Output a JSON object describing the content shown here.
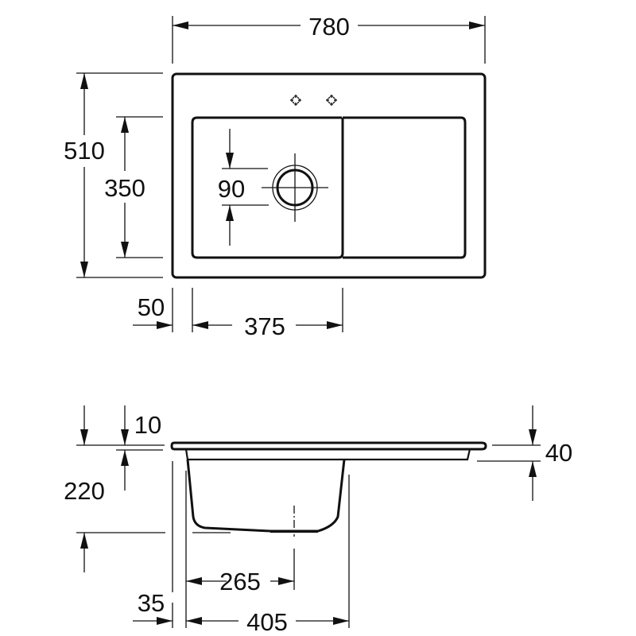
{
  "drawing": {
    "subject": "Kitchen sink with single bowl and drainer",
    "units": "mm",
    "colors": {
      "line": "#111111",
      "background": "#ffffff"
    }
  },
  "top_view": {
    "overall_width": "780",
    "overall_depth": "510",
    "bowl_depth": "350",
    "bowl_width": "375",
    "bowl_offset_left": "50",
    "drain_diameter": "90",
    "tap_holes": [
      "tap-hole-marker",
      "tap-hole-marker"
    ]
  },
  "side_view": {
    "rim_thickness": "10",
    "overall_height": "220",
    "drainer_depth": "40",
    "drain_center_offset": "265",
    "bowl_width": "405",
    "bowl_offset_left": "35"
  }
}
